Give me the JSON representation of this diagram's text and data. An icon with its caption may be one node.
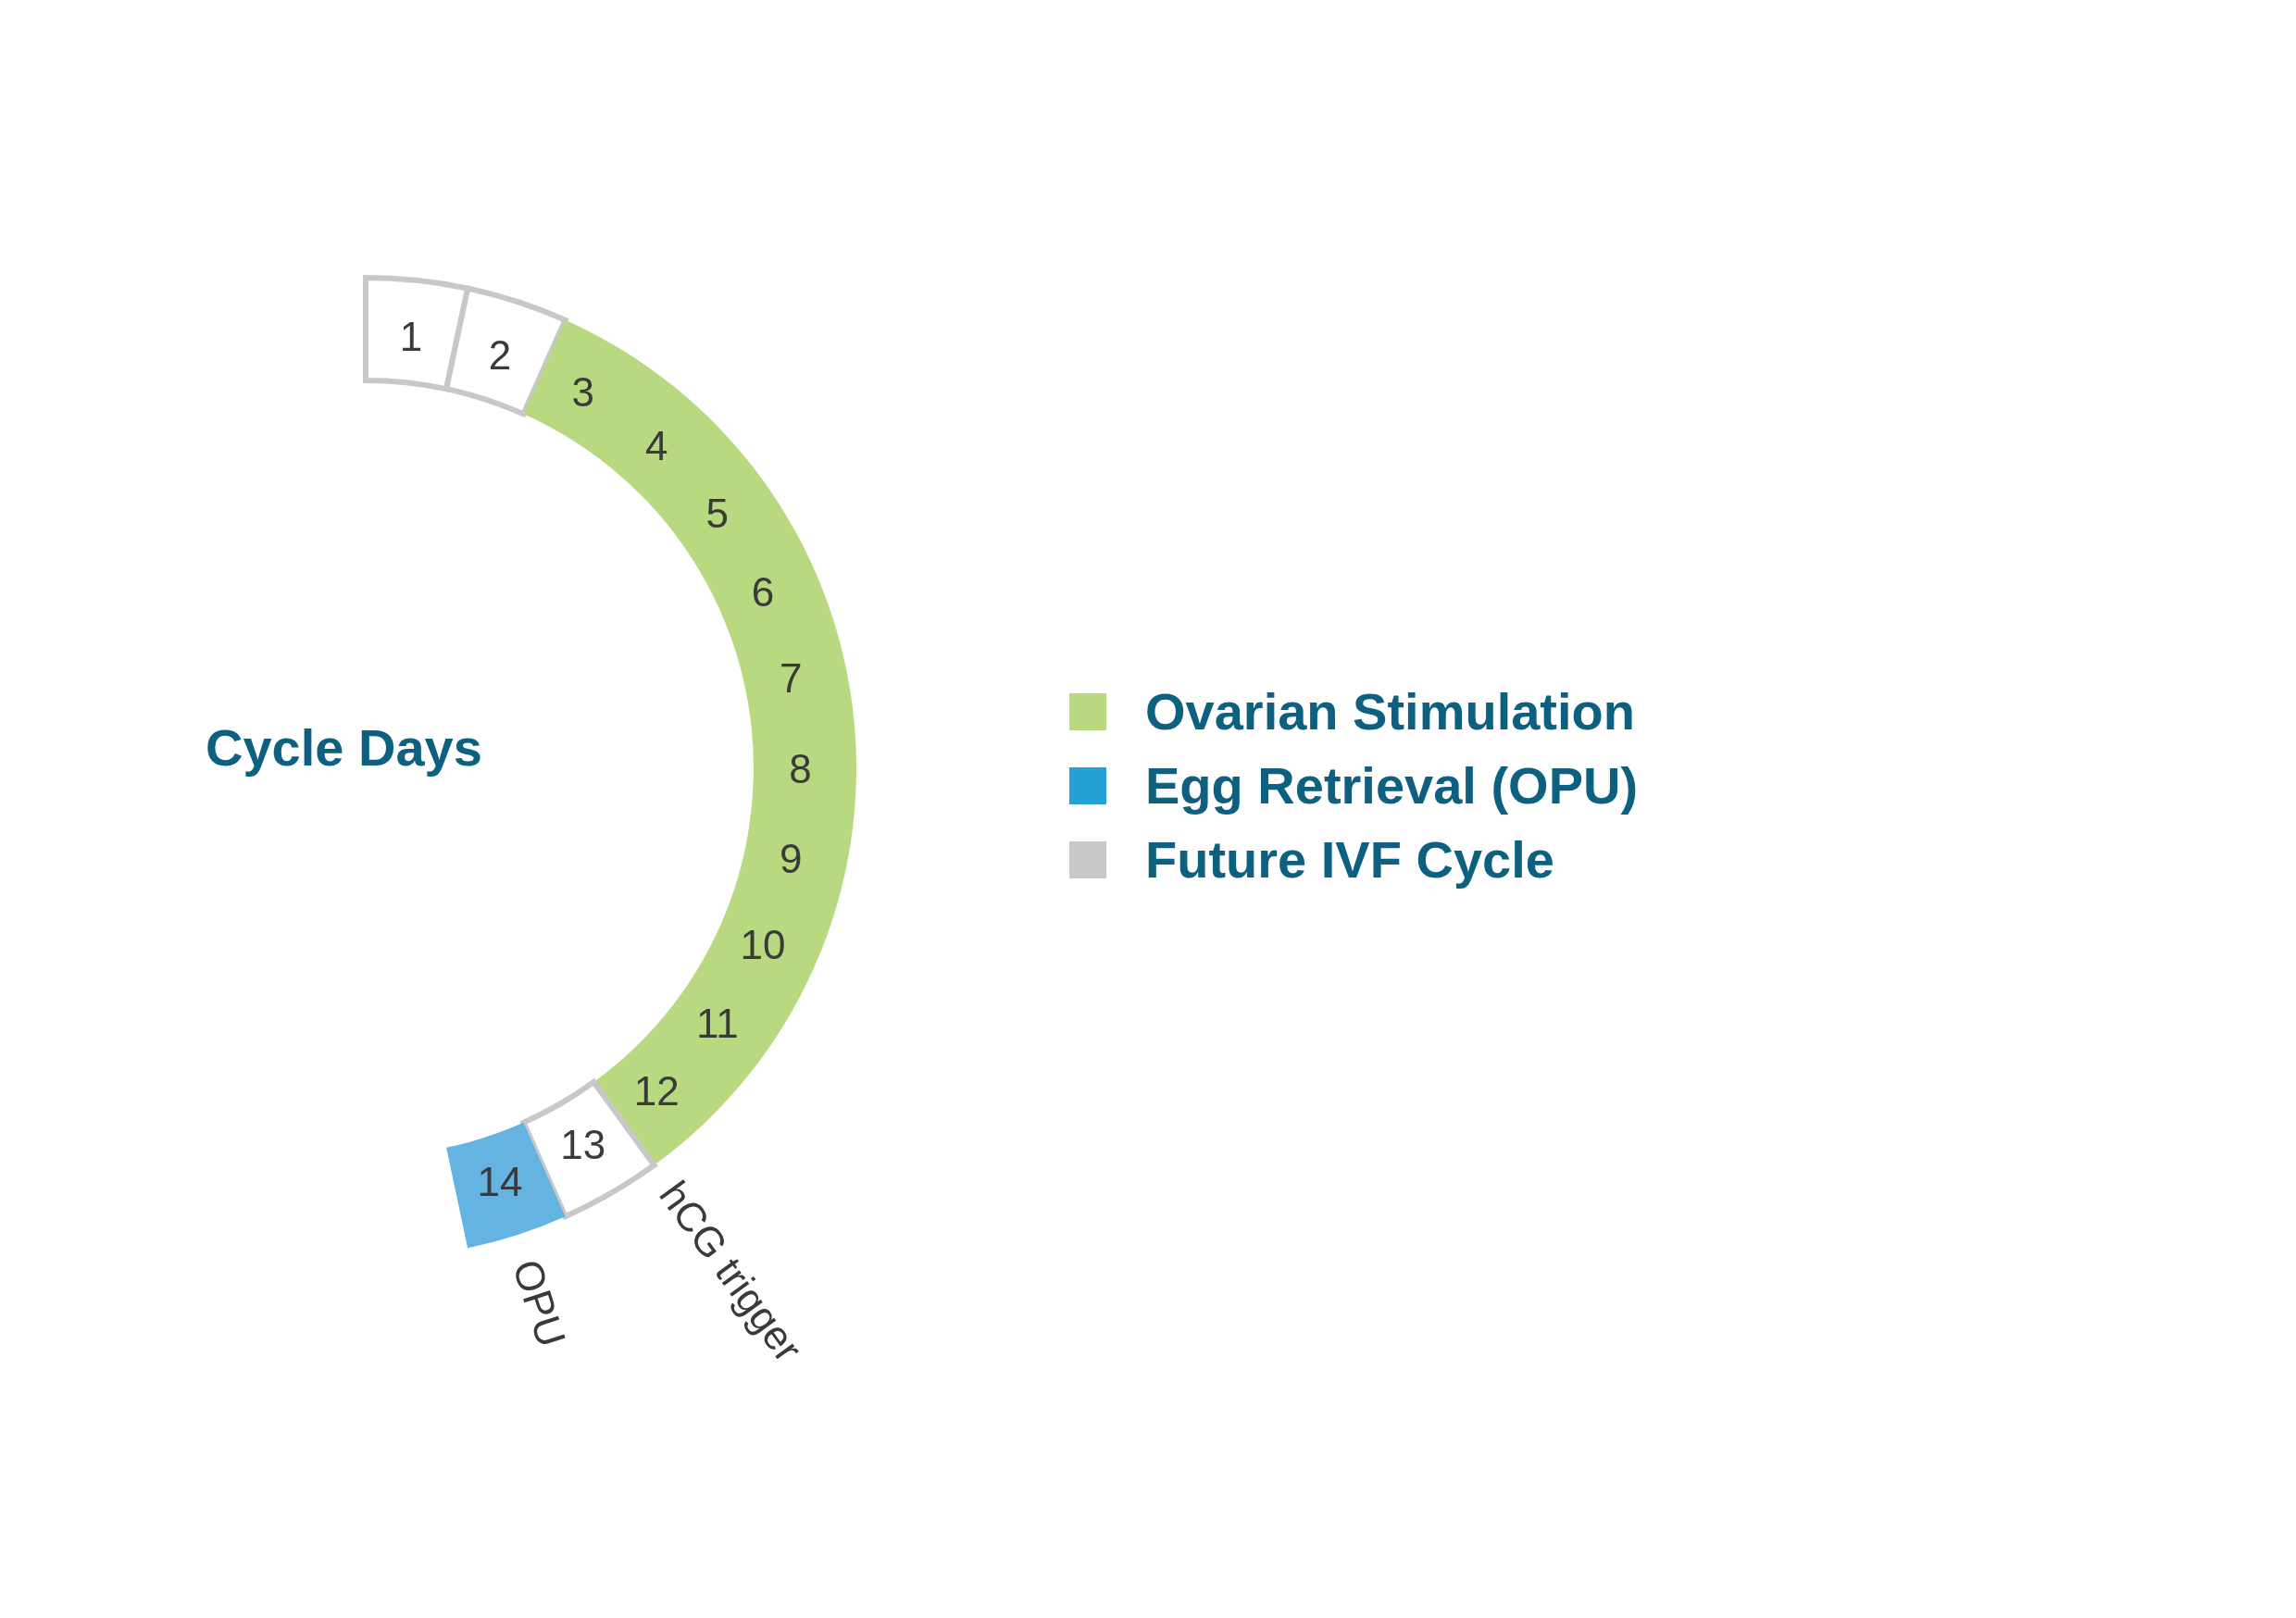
{
  "diagram": {
    "title": "Cycle Days",
    "nodes": [
      {
        "text": [
          "1"
        ]
      },
      {
        "text": [
          "2"
        ]
      },
      {
        "text": [
          "3",
          "4",
          "5",
          "6",
          "7",
          "8",
          "9",
          "10",
          "11",
          "12"
        ]
      },
      {
        "text": [
          "13"
        ]
      },
      {
        "text": [
          "14"
        ],
        "beside": [
          "OPU"
        ]
      }
    ],
    "labels": [
      "hCG trigger"
    ],
    "legend": [
      {
        "text": "Ovarian Stimulation",
        "color": "#b8d97f"
      },
      {
        "text": "Egg Retrieval (OPU)",
        "color": "#23a0d5"
      },
      {
        "text": "Future IVF Cycle",
        "color": "#c8c8ca"
      }
    ]
  }
}
